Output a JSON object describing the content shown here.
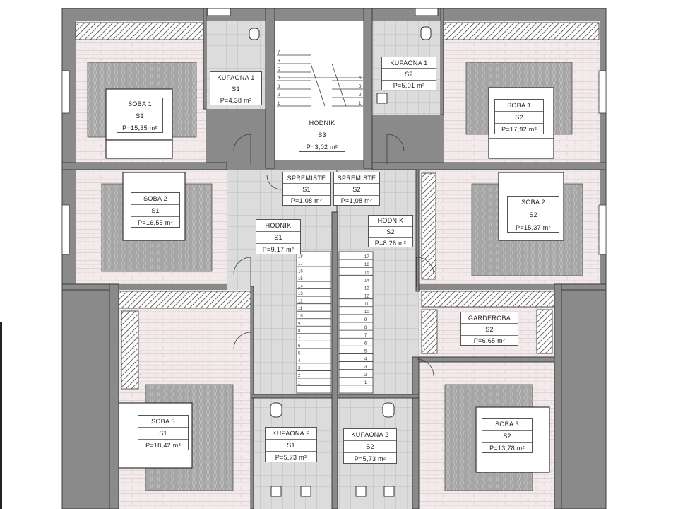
{
  "colors": {
    "wall": "#8a8a8a",
    "wall_outline": "#3c3c3c",
    "floor_room": "#f1e8e8",
    "floor_tile": "#d8d8d8",
    "rug": "#9c9c9c",
    "bed": "#ffffff",
    "line": "#3a3a3a"
  },
  "rooms": [
    {
      "id": "kupaona1-s1",
      "name": "KUPAONA 1",
      "unit": "S1",
      "area": "P=4,38 m²"
    },
    {
      "id": "kupaona1-s2",
      "name": "KUPAONA 1",
      "unit": "S2",
      "area": "P=5,01 m²"
    },
    {
      "id": "soba1-s1",
      "name": "SOBA 1",
      "unit": "S1",
      "area": "P=15,35 m²"
    },
    {
      "id": "soba1-s2",
      "name": "SOBA 1",
      "unit": "S2",
      "area": "P=17,92 m²"
    },
    {
      "id": "hodnik-s3",
      "name": "HODNIK",
      "unit": "S3",
      "area": "P=3,02 m²"
    },
    {
      "id": "spremiste-s1",
      "name": "SPREMISTE",
      "unit": "S1",
      "area": "P=1,08 m²"
    },
    {
      "id": "spremiste-s2",
      "name": "SPREMISTE",
      "unit": "S2",
      "area": "P=1,08 m²"
    },
    {
      "id": "soba2-s1",
      "name": "SOBA 2",
      "unit": "S1",
      "area": "P=16,55 m²"
    },
    {
      "id": "soba2-s2",
      "name": "SOBA 2",
      "unit": "S2",
      "area": "P=15,37 m²"
    },
    {
      "id": "hodnik-s1",
      "name": "HODNIK",
      "unit": "S1",
      "area": "P=9,17 m²"
    },
    {
      "id": "hodnik-s2",
      "name": "HODNIK",
      "unit": "S2",
      "area": "P=8,26 m²"
    },
    {
      "id": "garderoba-s2",
      "name": "GARDEROBA",
      "unit": "S2",
      "area": "P=6,65 m²"
    },
    {
      "id": "soba3-s1",
      "name": "SOBA 3",
      "unit": "S1",
      "area": "P=18,42 m²"
    },
    {
      "id": "soba3-s2",
      "name": "SOBA 3",
      "unit": "S2",
      "area": "P=13,78 m²"
    },
    {
      "id": "kupaona2-s1",
      "name": "KUPAONA 2",
      "unit": "S1",
      "area": "P=5,73 m²"
    },
    {
      "id": "kupaona2-s2",
      "name": "KUPAONA 2",
      "unit": "S2",
      "area": "P=5,73 m²"
    }
  ],
  "stairs": {
    "top_numbers": [
      "1",
      "2",
      "3",
      "4",
      "5",
      "6",
      "7"
    ],
    "top_right_numbers": [
      "1",
      "2",
      "3",
      "4"
    ],
    "left_numbers": [
      "18",
      "17",
      "16",
      "15",
      "14",
      "13",
      "12",
      "11",
      "10",
      "9",
      "8",
      "7",
      "6",
      "5",
      "4",
      "3",
      "2",
      "1"
    ],
    "right_numbers": [
      "17",
      "16",
      "15",
      "14",
      "13",
      "12",
      "11",
      "10",
      "9",
      "8",
      "7",
      "6",
      "5",
      "4",
      "3",
      "2",
      "1"
    ]
  }
}
